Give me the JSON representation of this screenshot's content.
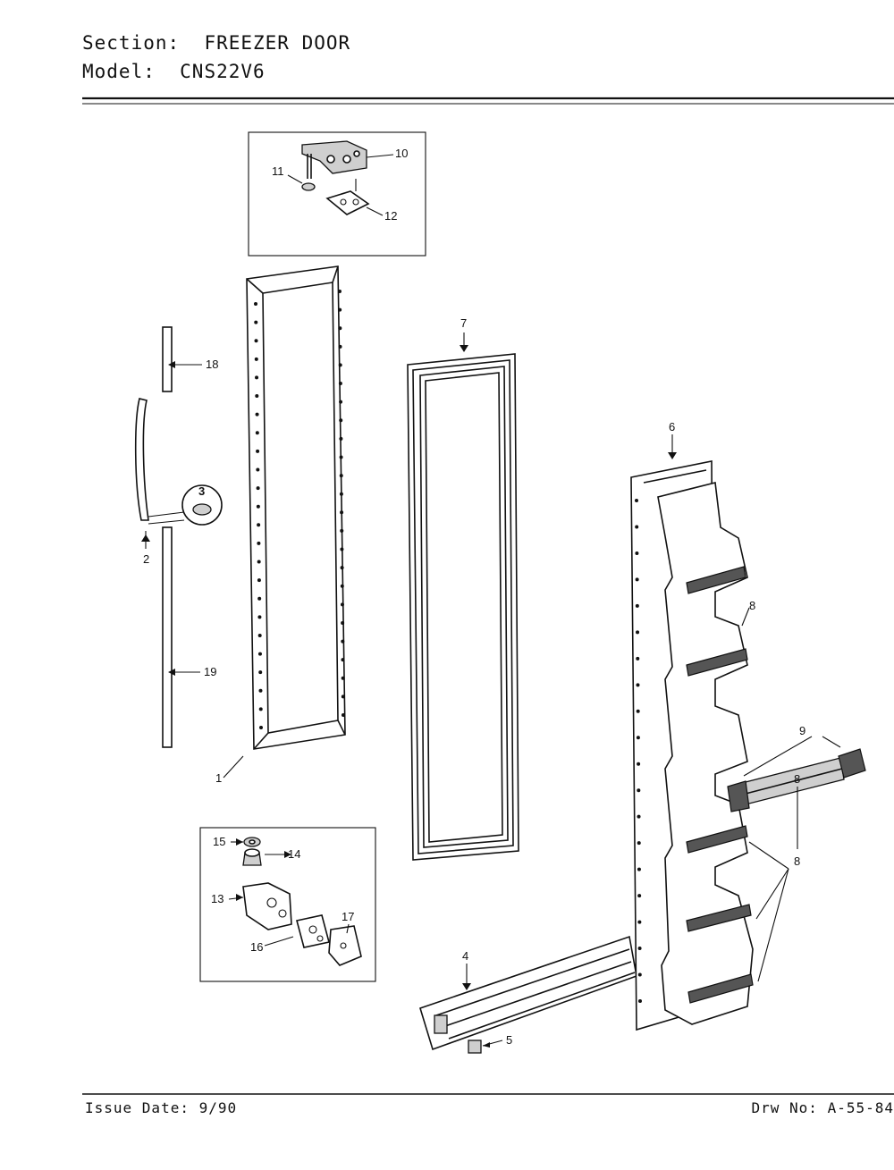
{
  "header": {
    "section_label": "Section:",
    "section_value": "FREEZER DOOR",
    "model_label": "Model:",
    "model_value": "CNS22V6"
  },
  "footer": {
    "issue_date": "Issue Date: 9/90",
    "drawing_number": "Drw No: A-55-84"
  },
  "callouts": [
    {
      "id": "1",
      "label": "1"
    },
    {
      "id": "2",
      "label": "2"
    },
    {
      "id": "3",
      "label": "3"
    },
    {
      "id": "4",
      "label": "4"
    },
    {
      "id": "5",
      "label": "5"
    },
    {
      "id": "6",
      "label": "6"
    },
    {
      "id": "7",
      "label": "7"
    },
    {
      "id": "8a",
      "label": "8"
    },
    {
      "id": "8b",
      "label": "8"
    },
    {
      "id": "8c",
      "label": "8"
    },
    {
      "id": "9",
      "label": "9"
    },
    {
      "id": "10",
      "label": "10"
    },
    {
      "id": "11",
      "label": "11"
    },
    {
      "id": "12",
      "label": "12"
    },
    {
      "id": "13",
      "label": "13"
    },
    {
      "id": "14",
      "label": "14"
    },
    {
      "id": "15",
      "label": "15"
    },
    {
      "id": "16",
      "label": "16"
    },
    {
      "id": "17",
      "label": "17"
    },
    {
      "id": "18",
      "label": "18"
    },
    {
      "id": "19",
      "label": "19"
    }
  ]
}
